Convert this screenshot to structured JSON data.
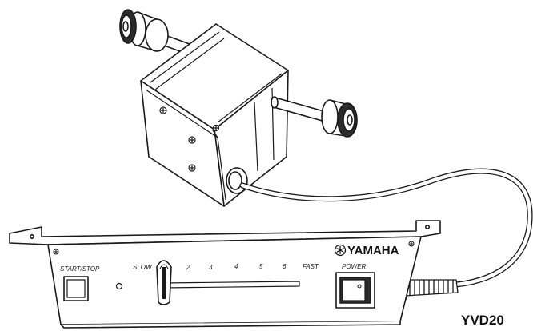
{
  "diagram": {
    "model_name": "YVD20",
    "controller": {
      "brand": "YAMAHA",
      "start_stop_label": "START/STOP",
      "speed_labels": [
        "SLOW",
        "2",
        "3",
        "4",
        "5",
        "6",
        "FAST"
      ],
      "power_label": "POWER"
    }
  },
  "colors": {
    "line": "#1a1a1a",
    "motor_face": "#ffffff",
    "shade": "#2b2b2b",
    "panel": "#ffffff"
  }
}
